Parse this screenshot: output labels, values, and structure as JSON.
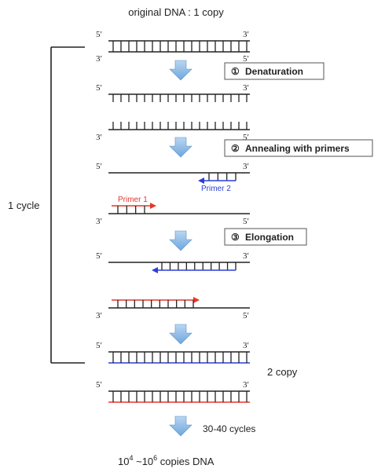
{
  "title": "original DNA : 1 copy",
  "cycle_label": "1 cycle",
  "ends": {
    "five": "5′",
    "three": "3′"
  },
  "steps": [
    {
      "number": "①",
      "label": "Denaturation"
    },
    {
      "number": "②",
      "label": "Annealing with primers"
    },
    {
      "number": "③",
      "label": "Elongation"
    }
  ],
  "primers": {
    "primer1": "Primer 1",
    "primer2": "Primer 2"
  },
  "copy_label": "2 copy",
  "cycles_label": "30-40 cycles",
  "result": {
    "base1": "10",
    "exp1": "4",
    "sep": " ~",
    "base2": "10",
    "exp2": "6",
    "suffix": " copies DNA"
  },
  "colors": {
    "strand": "#222222",
    "primer1": "#e8352a",
    "primer2": "#2a3fd6",
    "arrow": "#8fbce6",
    "arrow_edge": "#5a90c8"
  }
}
